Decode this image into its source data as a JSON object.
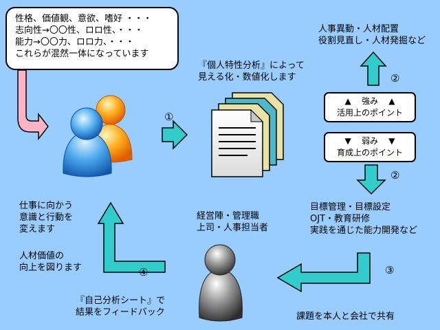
{
  "bubble": {
    "lines": [
      "性格、価値観、意欲、嗜好 ・・・",
      "志向性→〇〇性、ロロ性、・・・",
      "能力→〇〇力、ロロ力、・・・",
      "これらが混然一体になっています"
    ]
  },
  "analysis": {
    "line1": "『個人特性分析』によって",
    "line2": "見える化・数値化します"
  },
  "hr": {
    "line1": "人事異動・人材配置",
    "line2": "役割見直し・人材発掘など"
  },
  "strength": {
    "marker": "▲",
    "title": "強み",
    "sub": "活用上のポイント"
  },
  "weakness": {
    "marker": "▼",
    "title": "弱み",
    "sub": "育成上のポイント"
  },
  "goals": {
    "line1": "目標管理・目標設定",
    "line2": "OJT・教育研修",
    "line3": "実践を通じた能力開発など"
  },
  "management": {
    "line1": "経営陣・管理職",
    "line2": "上司・人事担当者"
  },
  "share": "課題を本人と会社で共有",
  "awareness": {
    "line1": "仕事に向かう",
    "line2": "意識と行動を",
    "line3": "変えます"
  },
  "value": {
    "line1": "人材価値の",
    "line2": "向上を図ります"
  },
  "feedback": {
    "line1": "『自己分析シート』で",
    "line2": "結果をフィードバック"
  },
  "steps": {
    "s1": "①",
    "s2a": "②",
    "s2b": "②",
    "s3": "③",
    "s4": "④"
  },
  "colors": {
    "background": "#99ccff",
    "arrow": "#33cccc",
    "pink_arrow": "#ffb3c6",
    "outline": "#000000"
  }
}
